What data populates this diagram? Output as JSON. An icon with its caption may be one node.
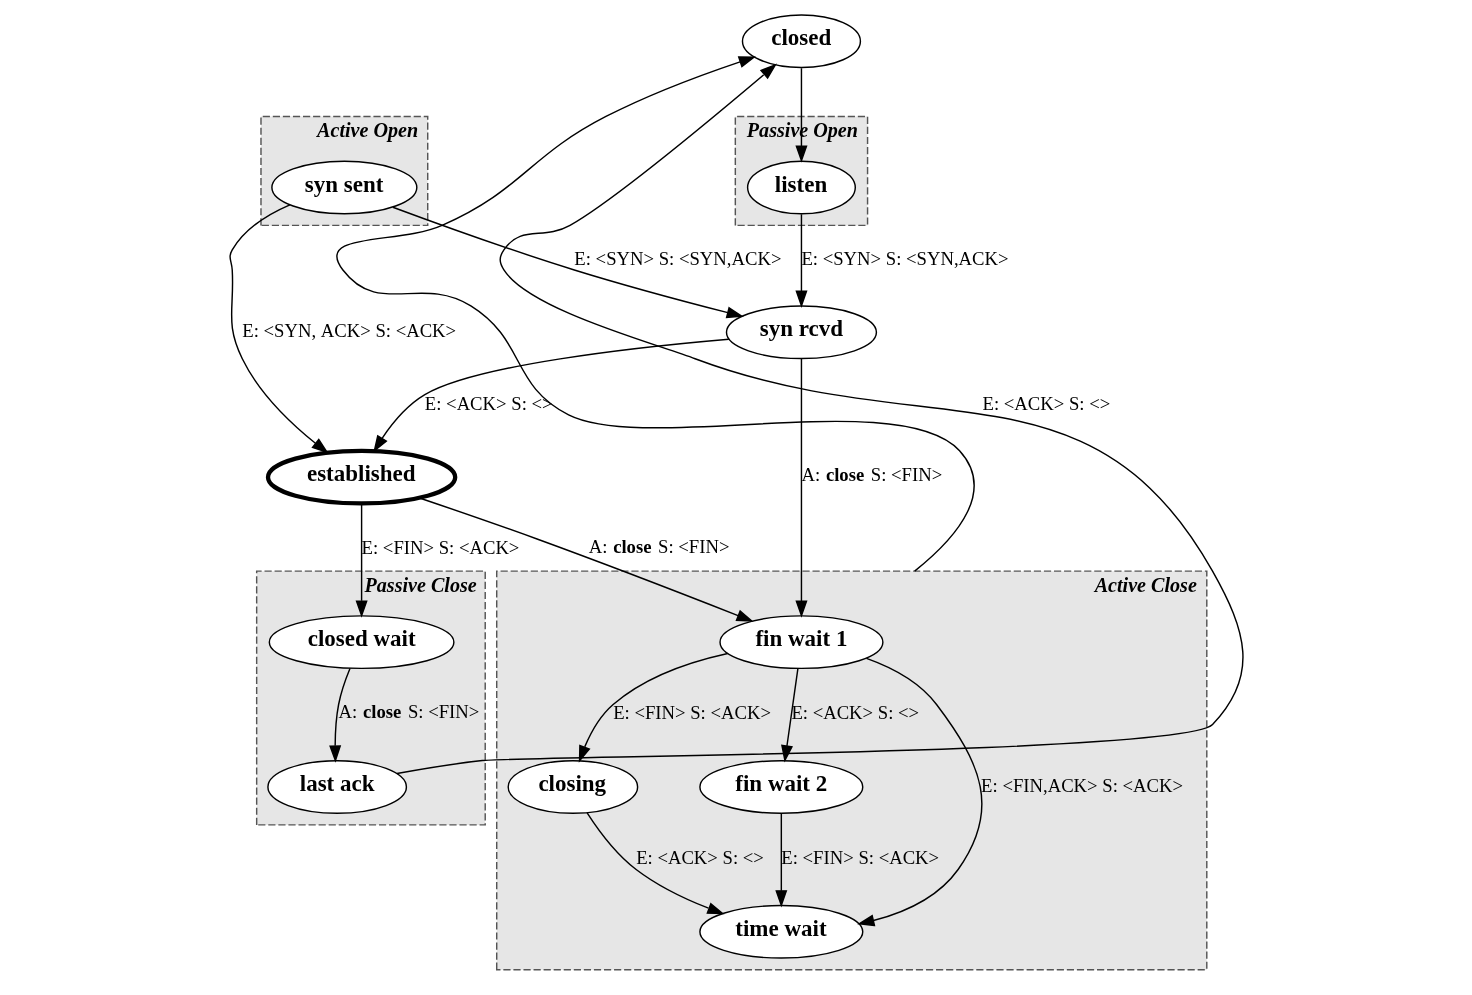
{
  "diagram": {
    "nodes": [
      {
        "text": [
          "closed"
        ]
      },
      {
        "text": [
          "Passive Open"
        ]
      },
      {
        "text": [
          "listen"
        ],
        "in": 1
      },
      {
        "text": [
          "syn rcvd"
        ]
      },
      {
        "text": [
          "Active Open"
        ]
      },
      {
        "text": [
          "syn sent"
        ],
        "in": 4
      },
      {
        "text": [
          "established"
        ]
      },
      {
        "text": [
          "Active Close"
        ]
      },
      {
        "text": [
          "fin wait 1"
        ],
        "in": 7
      },
      {
        "text": [
          "closing"
        ],
        "in": 7
      },
      {
        "text": [
          "fin wait 2"
        ],
        "in": 7
      },
      {
        "text": [
          "time wait"
        ],
        "in": 7
      },
      {
        "text": [
          "Passive Close"
        ]
      },
      {
        "text": [
          "closed wait"
        ],
        "in": 12
      },
      {
        "text": [
          "last ack"
        ],
        "in": 12
      }
    ],
    "edges": [
      {
        "from": 0,
        "to": 2,
        "arrow": "to"
      },
      {
        "from": 2,
        "to": 3,
        "arrow": "to",
        "label": "E: <SYN> S: <SYN,ACK>"
      },
      {
        "from": 5,
        "to": 3,
        "arrow": "to",
        "label": "E: <SYN> S: <SYN,ACK>"
      },
      {
        "from": 3,
        "to": 6,
        "arrow": "to",
        "label": "E: <ACK> S: <>"
      },
      {
        "from": 5,
        "to": 6,
        "arrow": "to",
        "label": "E: <SYN, ACK> S: <ACK>"
      },
      {
        "from": 3,
        "to": 8,
        "arrow": "to",
        "label": "A: **close** S: <FIN>"
      },
      {
        "from": 6,
        "to": 8,
        "arrow": "to",
        "label": "A: **close** S: <FIN>"
      },
      {
        "from": 6,
        "to": 13,
        "arrow": "to",
        "label": "E: <FIN> S: <ACK>"
      },
      {
        "from": 8,
        "to": 9,
        "arrow": "to",
        "label": "E: <FIN> S: <ACK>"
      },
      {
        "from": 8,
        "to": 10,
        "arrow": "to",
        "label": "E: <ACK> S: <>"
      },
      {
        "from": 8,
        "to": 11,
        "arrow": "to",
        "label": "E: <FIN,ACK> S: <ACK>"
      },
      {
        "from": 9,
        "to": 11,
        "arrow": "to",
        "label": "E: <ACK> S: <>"
      },
      {
        "from": 10,
        "to": 11,
        "arrow": "to",
        "label": "E: <FIN> S: <ACK>"
      },
      {
        "from": 13,
        "to": 14,
        "arrow": "to",
        "label": "A: **close** S: <FIN>"
      },
      {
        "from": 14,
        "to": 0,
        "arrow": "to",
        "label": "E: <ACK> S: <>"
      },
      {
        "from": 7,
        "to": 0,
        "arrow": "to"
      }
    ]
  }
}
